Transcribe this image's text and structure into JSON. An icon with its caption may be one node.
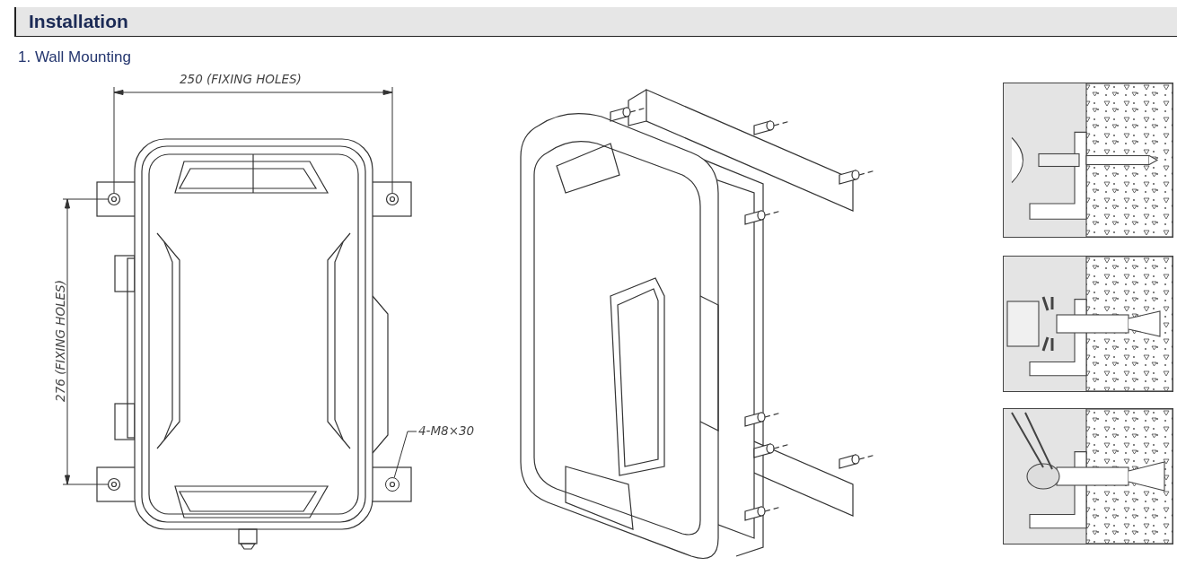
{
  "diagram": {
    "title": "Installation",
    "nodes": [
      {
        "text": [
          "4-M8×30"
        ]
      },
      {
        "text": [],
        "shape": "circle"
      }
    ],
    "edges": [
      {
        "from": 0,
        "to": 1,
        "arrow": "none"
      }
    ],
    "labels": [
      "1. Wall Mounting",
      "250 (FIXING HOLES)",
      "276 (FIXING HOLES)"
    ]
  }
}
